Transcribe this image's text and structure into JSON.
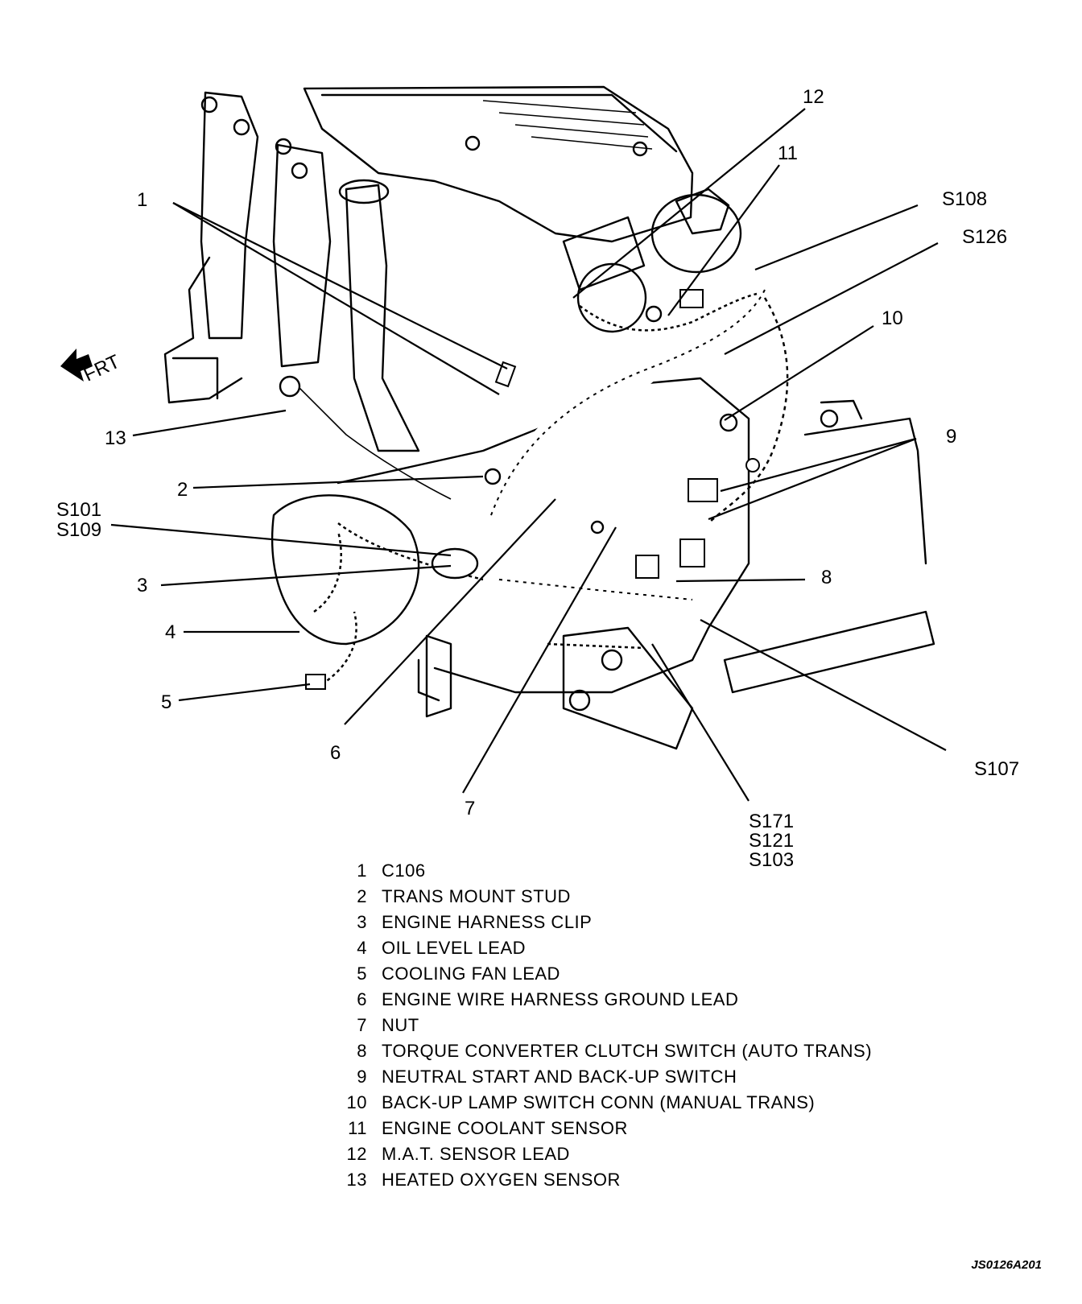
{
  "orientation_label": "FRT",
  "callouts": {
    "c1": "1",
    "c2": "2",
    "c3": "3",
    "c4": "4",
    "c5": "5",
    "c6": "6",
    "c7": "7",
    "c8": "8",
    "c9": "9",
    "c10": "10",
    "c11": "11",
    "c12": "12",
    "c13": "13",
    "s108": "S108",
    "s126": "S126",
    "s101": "S101",
    "s109": "S109",
    "s107": "S107",
    "s171": "S171",
    "s121": "S121",
    "s103": "S103"
  },
  "legend": [
    {
      "num": "1",
      "text": "C106"
    },
    {
      "num": "2",
      "text": "TRANS MOUNT STUD"
    },
    {
      "num": "3",
      "text": "ENGINE HARNESS CLIP"
    },
    {
      "num": "4",
      "text": "OIL LEVEL LEAD"
    },
    {
      "num": "5",
      "text": "COOLING FAN LEAD"
    },
    {
      "num": "6",
      "text": "ENGINE WIRE HARNESS GROUND LEAD"
    },
    {
      "num": "7",
      "text": "NUT"
    },
    {
      "num": "8",
      "text": "TORQUE CONVERTER CLUTCH SWITCH (AUTO TRANS)"
    },
    {
      "num": "9",
      "text": "NEUTRAL START AND BACK-UP SWITCH"
    },
    {
      "num": "10",
      "text": "BACK-UP LAMP SWITCH CONN (MANUAL TRANS)"
    },
    {
      "num": "11",
      "text": "ENGINE COOLANT SENSOR"
    },
    {
      "num": "12",
      "text": "M.A.T. SENSOR LEAD"
    },
    {
      "num": "13",
      "text": "HEATED OXYGEN SENSOR"
    }
  ],
  "figure_id": "JS0126A201"
}
